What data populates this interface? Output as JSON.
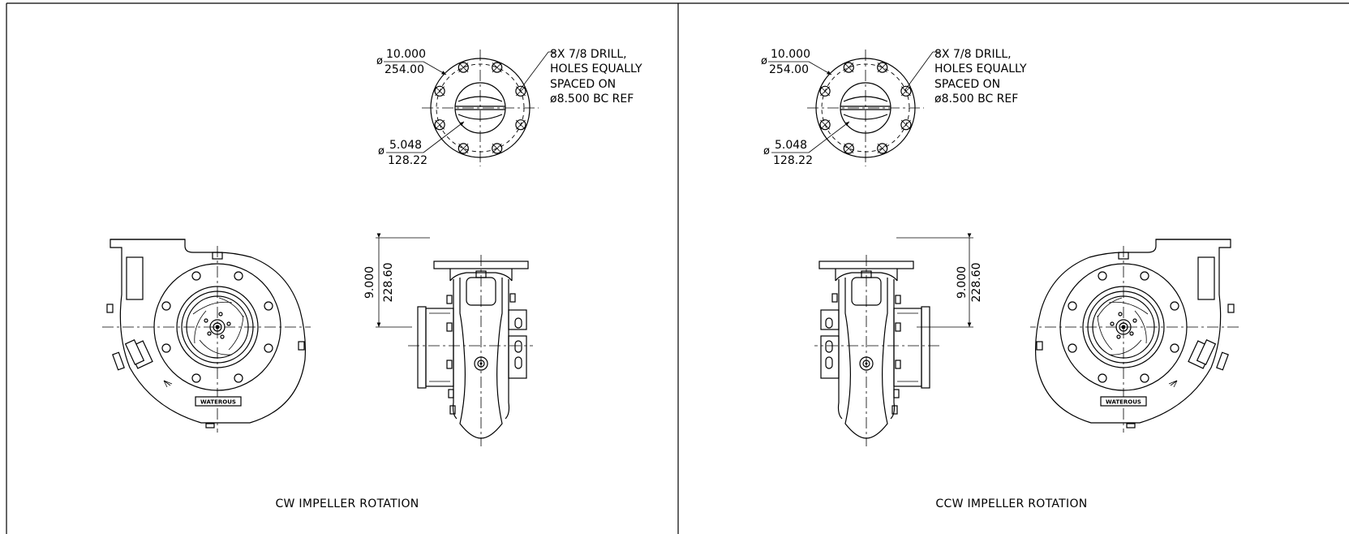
{
  "panels": [
    {
      "caption": "CW IMPELLER ROTATION",
      "flange": {
        "outer_dia_in": "10.000",
        "outer_dia_mm": "254.00",
        "inner_dia_in": "5.048",
        "inner_dia_mm": "128.22",
        "diameter_symbol": "ø",
        "note_lines": [
          "8X 7/8 DRILL,",
          "HOLES EQUALLY",
          "SPACED ON",
          "ø8.500 BC REF"
        ]
      },
      "height_dim": {
        "inch": "9.000",
        "mm": "228.60"
      },
      "brand_plate": "WATEROUS"
    },
    {
      "caption": "CCW IMPELLER ROTATION",
      "flange": {
        "outer_dia_in": "10.000",
        "outer_dia_mm": "254.00",
        "inner_dia_in": "5.048",
        "inner_dia_mm": "128.22",
        "diameter_symbol": "ø",
        "note_lines": [
          "8X 7/8 DRILL,",
          "HOLES EQUALLY",
          "SPACED ON",
          "ø8.500 BC REF"
        ]
      },
      "height_dim": {
        "inch": "9.000",
        "mm": "228.60"
      },
      "brand_plate": "WATEROUS"
    }
  ]
}
